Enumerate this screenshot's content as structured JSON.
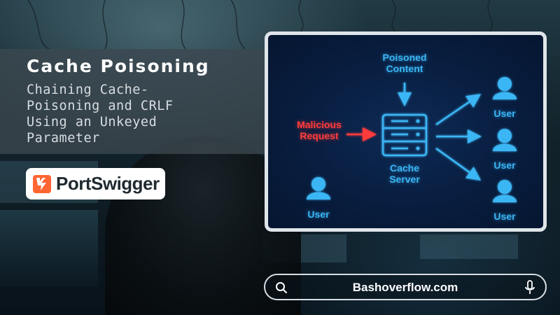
{
  "banner": {
    "title": "Cache Poisoning",
    "subtitle_lines": [
      "Chaining Cache-",
      "Poisoning and CRLF",
      "Using an Unkeyed",
      "Parameter"
    ]
  },
  "logo": {
    "text": "PortSwigger",
    "accent_color": "#ff6633"
  },
  "diagram": {
    "poisoned_content": [
      "Poisoned",
      "Content"
    ],
    "malicious_request": [
      "Malicious",
      "Request"
    ],
    "cache_server": [
      "Cache",
      "Server"
    ],
    "users": [
      "User",
      "User",
      "User",
      "User"
    ],
    "accent_color": "#3ab6f5",
    "alert_color": "#ff3b3b"
  },
  "search": {
    "text": "Bashoverflow.com",
    "left_icon": "search-icon",
    "right_icon": "microphone-icon"
  }
}
